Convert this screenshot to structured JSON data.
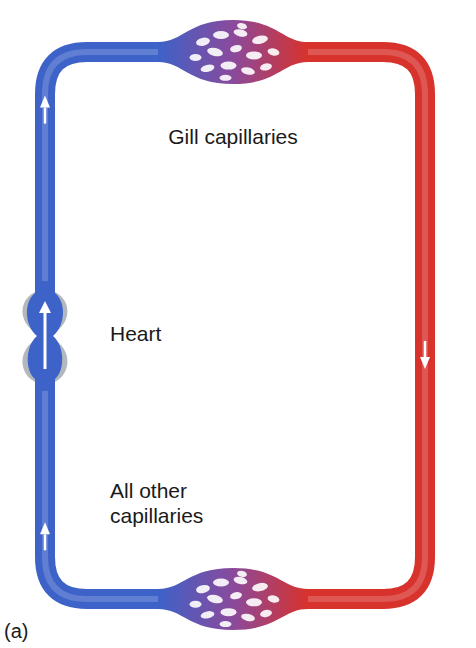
{
  "diagram": {
    "nodes": [
      {
        "text": [
          "Gill capillaries"
        ]
      },
      {
        "text": [
          "Heart"
        ]
      },
      {
        "text": [
          "All other capillaries"
        ]
      }
    ],
    "edges": [
      {
        "from": 1,
        "to": 0,
        "arrow": "to"
      },
      {
        "from": 0,
        "to": 2,
        "arrow": "to"
      },
      {
        "from": 2,
        "to": 1,
        "arrow": "to"
      }
    ],
    "labels": [
      "(a)"
    ]
  }
}
